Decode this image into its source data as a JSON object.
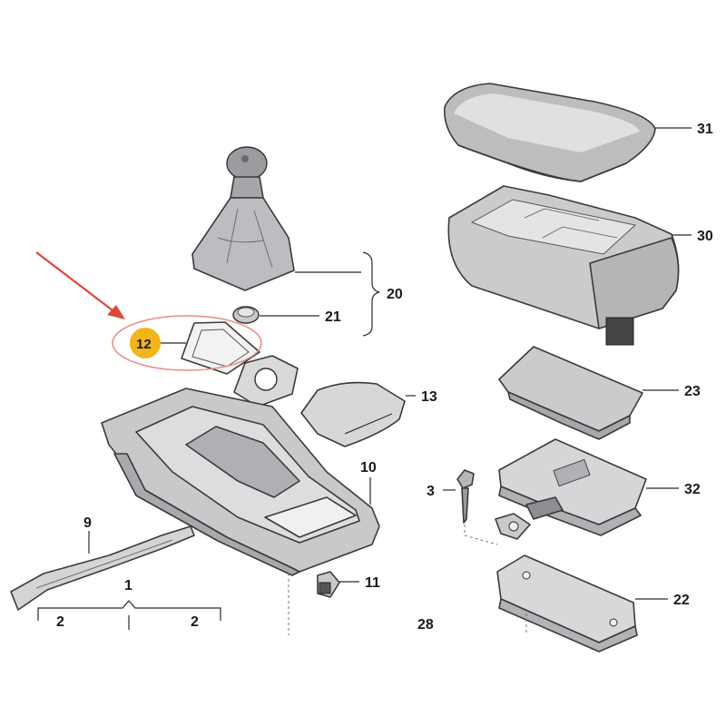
{
  "labels": {
    "p31": "31",
    "p30": "30",
    "p20": "20",
    "p21": "21",
    "p12": "12",
    "p13": "13",
    "p23": "23",
    "p10": "10",
    "p3": "3",
    "p32": "32",
    "p9": "9",
    "p1": "1",
    "p2_left": "2",
    "p2_right": "2",
    "p11": "11",
    "p22": "22",
    "p28": "28"
  },
  "colors": {
    "highlight_badge": "#f2b51a",
    "pointer_arrow": "#e0473a",
    "highlight_ellipse": "#e88a86",
    "part_fill": "#d4d4d6",
    "part_dark": "#a9a9ad"
  }
}
